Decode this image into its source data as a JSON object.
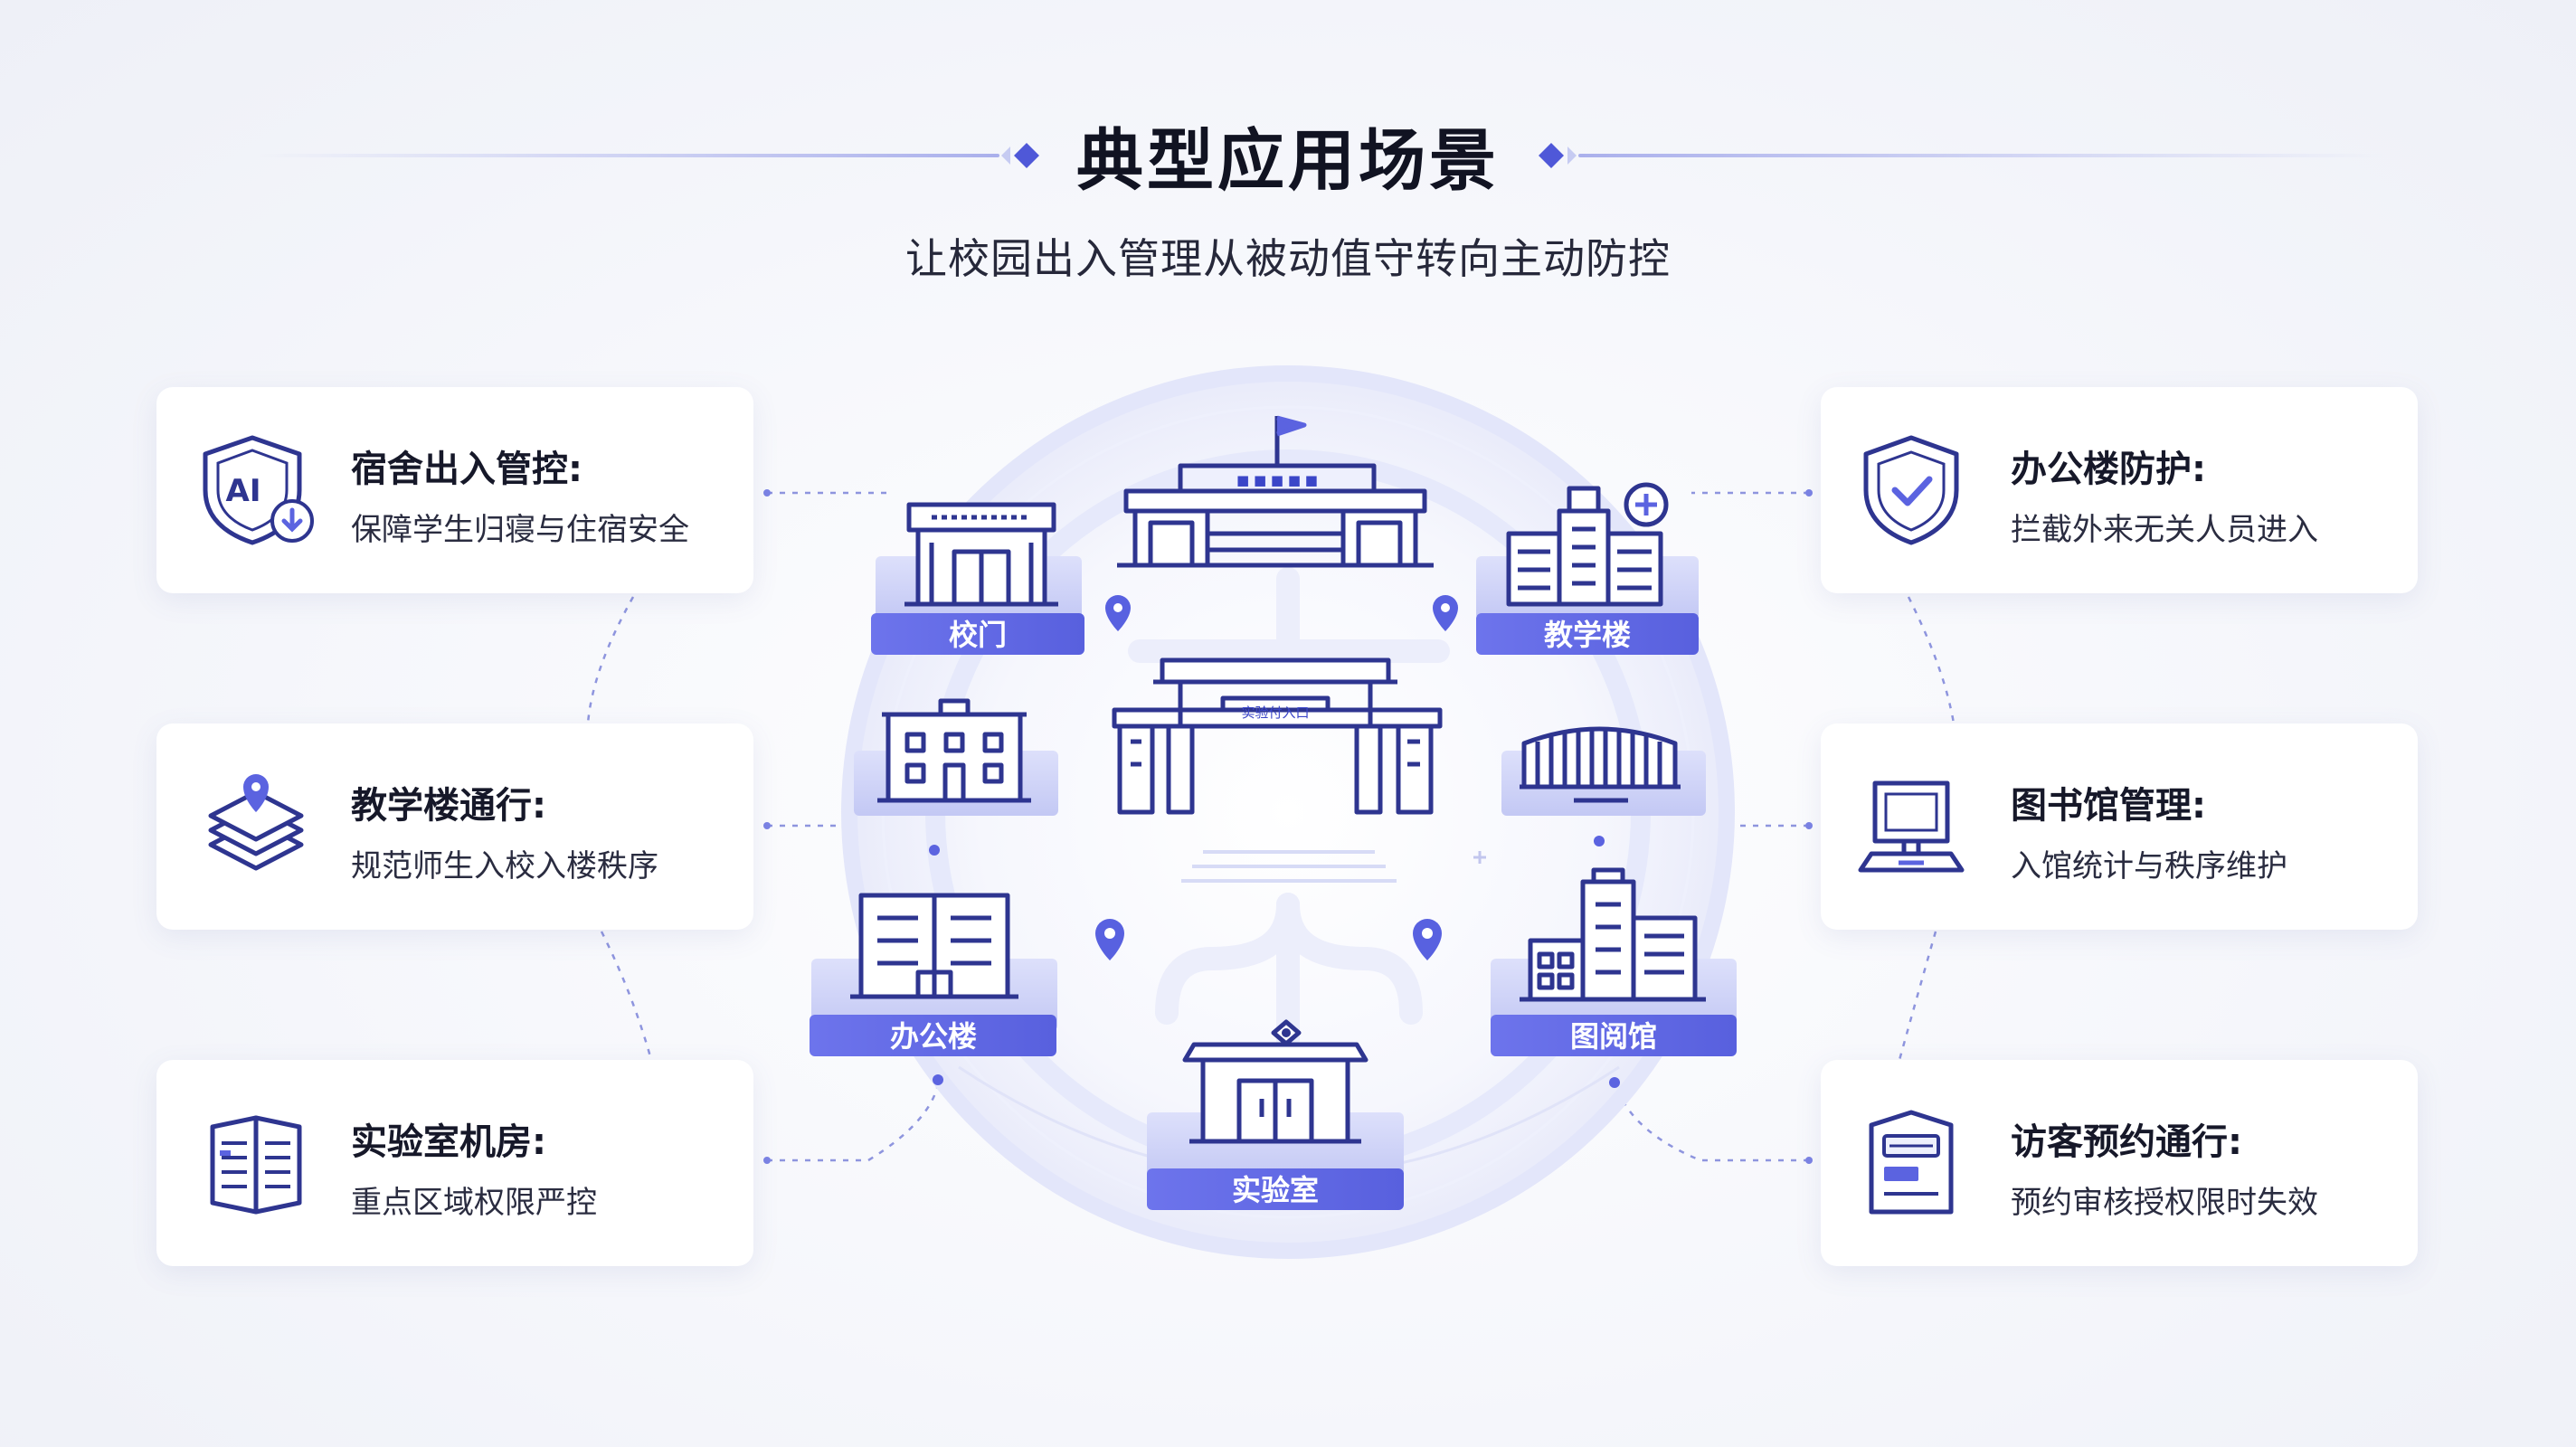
{
  "header": {
    "title": "典型应用场景",
    "subtitle": "让校园出入管理从被动值守转向主动防控"
  },
  "colors": {
    "accent": "#5b63e0",
    "accent_light": "#c9cdf5",
    "icon_stroke": "#2e3590",
    "card_bg": "#ffffff",
    "page_bg": "#f4f5fa"
  },
  "left_cards": [
    {
      "title": "宿舍出入管控:",
      "desc": "保障学生归寝与住宿安全",
      "icon": "ai-shield-icon"
    },
    {
      "title": "教学楼通行:",
      "desc": "规范师生入校入楼秩序",
      "icon": "layers-location-icon"
    },
    {
      "title": "实验室机房:",
      "desc": "重点区域权限严控",
      "icon": "server-rack-icon"
    }
  ],
  "right_cards": [
    {
      "title": "办公楼防护:",
      "desc": "拦截外来无关人员进入",
      "icon": "shield-check-icon"
    },
    {
      "title": "图书馆管理:",
      "desc": "入馆统计与秩序维护",
      "icon": "computer-terminal-icon"
    },
    {
      "title": "访客预约通行:",
      "desc": "预约审核授权限时失效",
      "icon": "visitor-badge-icon"
    }
  ],
  "buildings": {
    "school_gate": "校门",
    "teaching_building": "教学楼",
    "office_building": "办公楼",
    "library": "图阅馆",
    "laboratory": "实验室",
    "gate_sign": "实验付入口"
  }
}
